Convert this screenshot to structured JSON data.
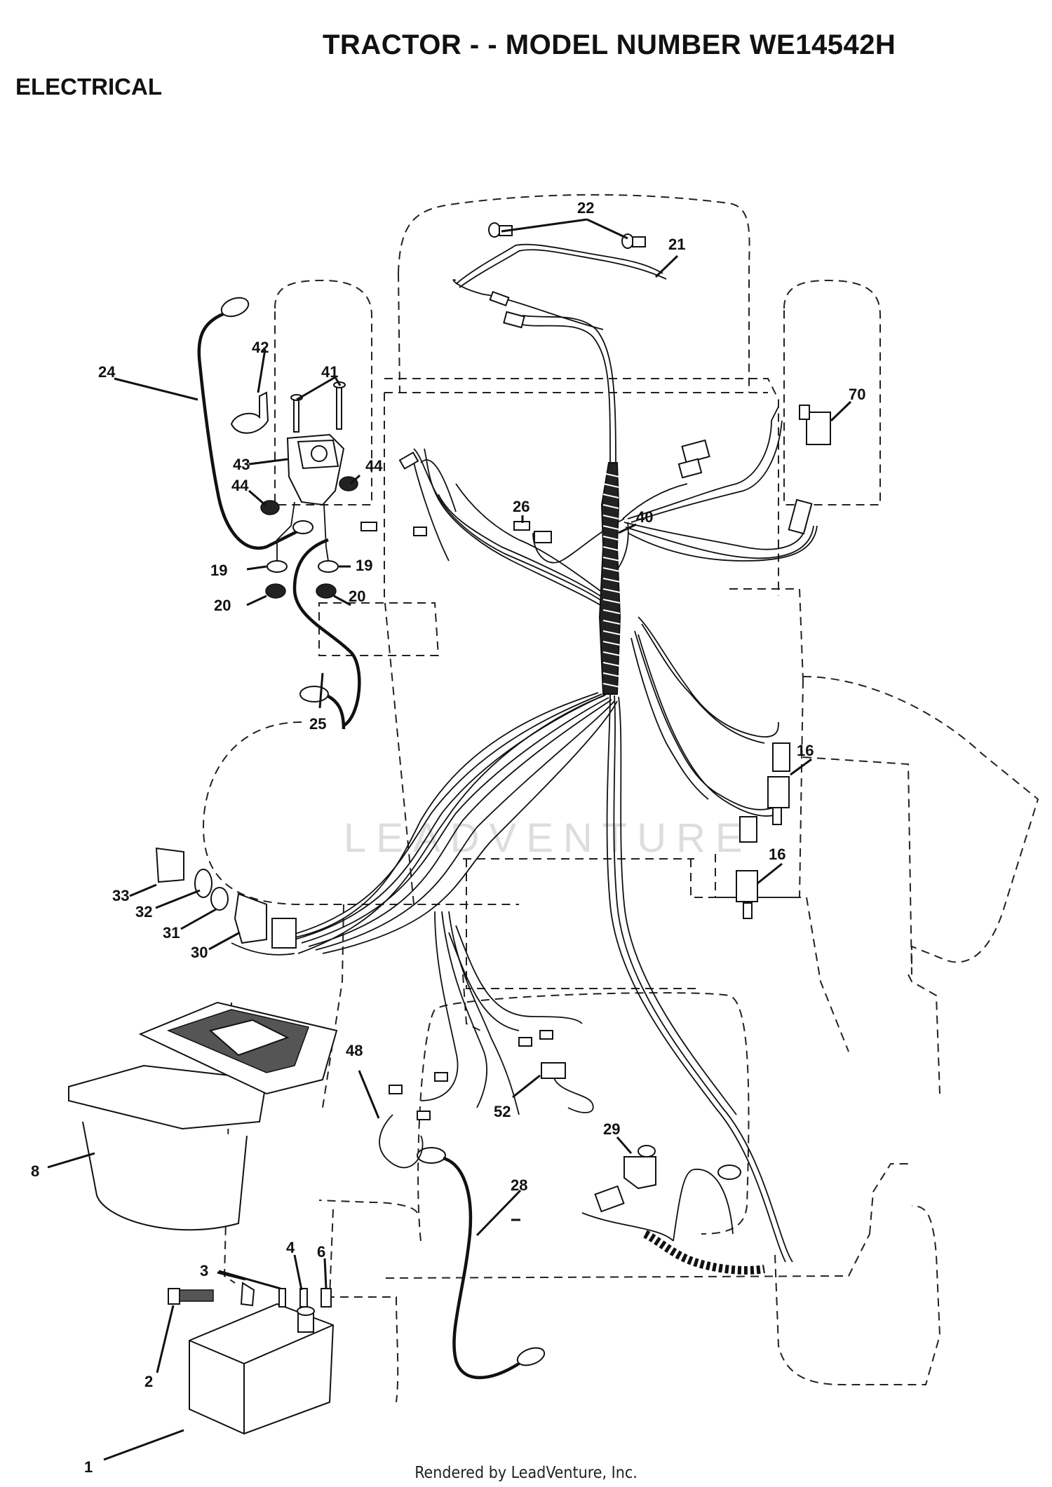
{
  "header": {
    "title": "TRACTOR - - MODEL NUMBER WE14542H",
    "section": "ELECTRICAL"
  },
  "footer": {
    "rendered_by": "Rendered by LeadVenture, Inc."
  },
  "watermark": {
    "text": "LEADVENTURE"
  },
  "callouts": [
    {
      "id": "c1",
      "label": "1"
    },
    {
      "id": "c2",
      "label": "2"
    },
    {
      "id": "c3",
      "label": "3"
    },
    {
      "id": "c4",
      "label": "4"
    },
    {
      "id": "c6",
      "label": "6"
    },
    {
      "id": "c8",
      "label": "8"
    },
    {
      "id": "c16a",
      "label": "16"
    },
    {
      "id": "c16b",
      "label": "16"
    },
    {
      "id": "c19a",
      "label": "19"
    },
    {
      "id": "c19b",
      "label": "19"
    },
    {
      "id": "c20a",
      "label": "20"
    },
    {
      "id": "c20b",
      "label": "20"
    },
    {
      "id": "c21",
      "label": "21"
    },
    {
      "id": "c22",
      "label": "22"
    },
    {
      "id": "c24",
      "label": "24"
    },
    {
      "id": "c25",
      "label": "25"
    },
    {
      "id": "c26",
      "label": "26"
    },
    {
      "id": "c28",
      "label": "28"
    },
    {
      "id": "c29",
      "label": "29"
    },
    {
      "id": "c30",
      "label": "30"
    },
    {
      "id": "c31",
      "label": "31"
    },
    {
      "id": "c32",
      "label": "32"
    },
    {
      "id": "c33",
      "label": "33"
    },
    {
      "id": "c40",
      "label": "40"
    },
    {
      "id": "c41",
      "label": "41"
    },
    {
      "id": "c42",
      "label": "42"
    },
    {
      "id": "c43",
      "label": "43"
    },
    {
      "id": "c44a",
      "label": "44"
    },
    {
      "id": "c44b",
      "label": "44"
    },
    {
      "id": "c48",
      "label": "48"
    },
    {
      "id": "c52",
      "label": "52"
    },
    {
      "id": "c70",
      "label": "70"
    }
  ]
}
